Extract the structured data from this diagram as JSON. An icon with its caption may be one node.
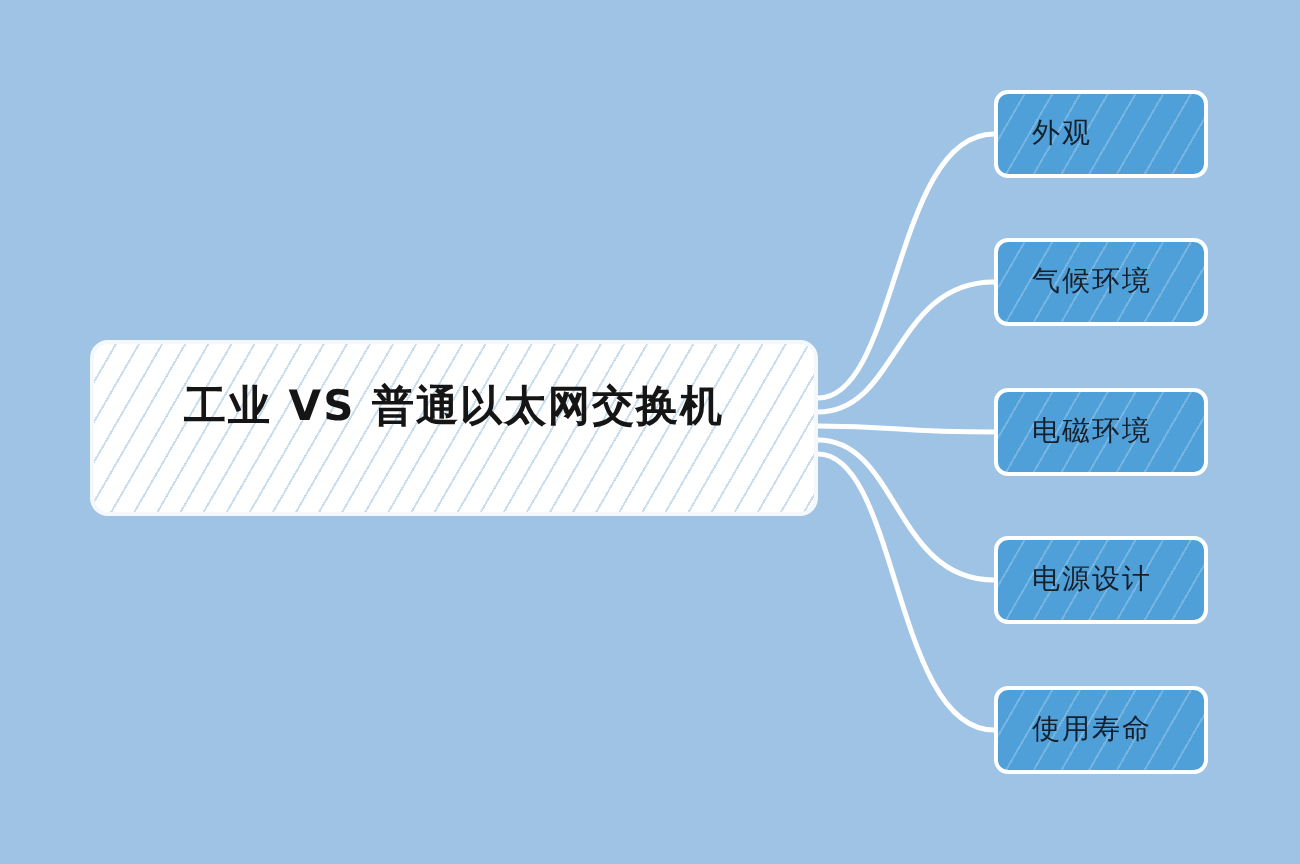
{
  "diagram": {
    "nodes": [
      {
        "text": [
          "工业 VS 普通以太网交换机"
        ]
      },
      {
        "text": [
          "外观"
        ]
      },
      {
        "text": [
          "气候环境"
        ]
      },
      {
        "text": [
          "电磁环境"
        ]
      },
      {
        "text": [
          "电源设计"
        ]
      },
      {
        "text": [
          "使用寿命"
        ]
      }
    ],
    "edges": [
      {
        "from": 0,
        "to": 1,
        "arrow": "none"
      },
      {
        "from": 0,
        "to": 2,
        "arrow": "none"
      },
      {
        "from": 0,
        "to": 3,
        "arrow": "none"
      },
      {
        "from": 0,
        "to": 4,
        "arrow": "none"
      },
      {
        "from": 0,
        "to": 5,
        "arrow": "none"
      }
    ]
  }
}
